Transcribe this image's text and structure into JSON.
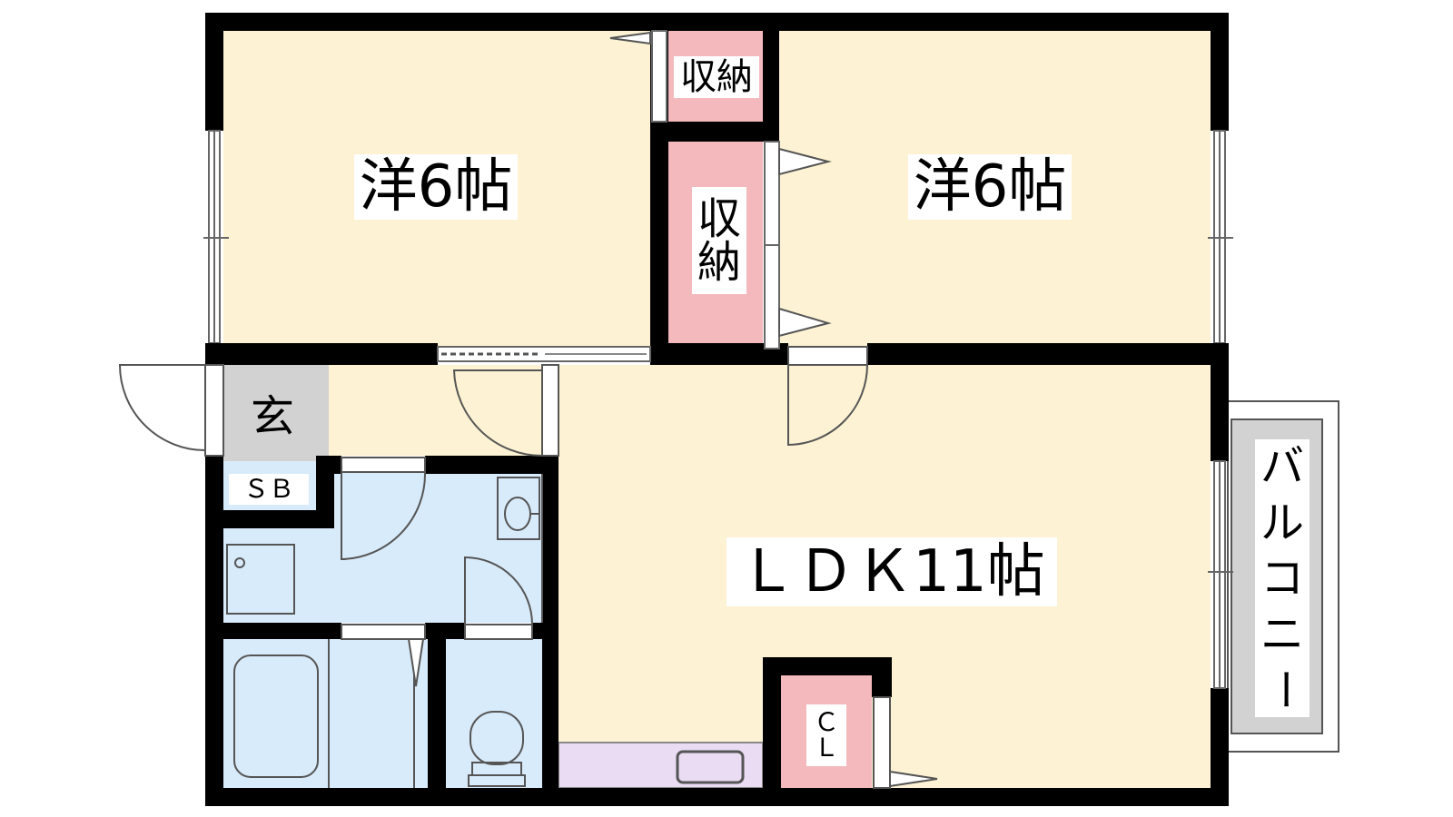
{
  "rooms": {
    "western_room_left": "洋6帖",
    "western_room_right": "洋6帖",
    "storage_top": "収納",
    "storage_middle": [
      "収",
      "納"
    ],
    "entrance": "玄",
    "shoe_box": "ＳＢ",
    "ldk": "ＬＤＫ11帖",
    "closet": [
      "Ｃ",
      "Ｌ"
    ],
    "balcony": [
      "バ",
      "ル",
      "コ",
      "ニ",
      "ー"
    ]
  },
  "colors": {
    "wall": "#000000",
    "room_floor": "#fdf2d3",
    "storage": "#f4b9bd",
    "bath_area": "#d8ebfb",
    "kitchen_counter": "#e9dcf3",
    "entrance_floor": "#d2d2d2",
    "balcony_floor": "#d2d2d2"
  }
}
